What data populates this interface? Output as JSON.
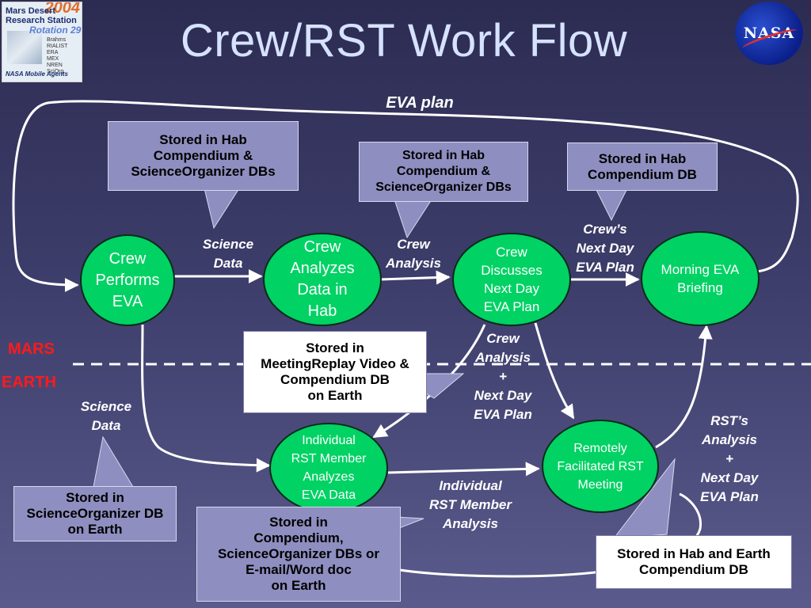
{
  "title": "Crew/RST Work Flow",
  "logo": {
    "year": "2004",
    "line1": "Mars Desert",
    "line2": "Research Station",
    "rotation": "Rotation 29",
    "partners": [
      "Brahms",
      "RIALIST",
      "ERA",
      "MEX",
      "NREN",
      "SciOrg"
    ],
    "footer": "NASA Mobile Agents"
  },
  "nasa_logo": "NASA",
  "regions": {
    "mars": "MARS",
    "earth": "EARTH"
  },
  "nodes": {
    "crew_eva": "Crew\nPerforms\nEVA",
    "crew_analyzes": "Crew\nAnalyzes\nData in\nHab",
    "crew_discusses": "Crew\nDiscusses\nNext Day\nEVA Plan",
    "morning_briefing": "Morning EVA\nBriefing",
    "rst_individual": "Individual\nRST Member\nAnalyzes\n EVA Data",
    "rst_meeting": "Remotely\nFacilitated RST\nMeeting"
  },
  "labels": {
    "eva_plan": "EVA plan",
    "science_data_1": "Science\nData",
    "crew_analysis": "Crew\nAnalysis",
    "crews_next_day": "Crew’s\nNext Day\nEVA Plan",
    "crew_analysis_next": "Crew\nAnalysis\n+\nNext Day\nEVA Plan",
    "science_data_2": "Science\nData",
    "individual_rst": "Individual\nRST Member\nAnalysis",
    "rst_analysis": "RST’s\nAnalysis\n+\nNext Day\nEVA Plan"
  },
  "boxes": {
    "b1": "Stored in Hab\n Compendium &\nScienceOrganizer DBs",
    "b2": "Stored in Hab\nCompendium &\nScienceOrganizer DBs",
    "b3": "Stored in Hab\nCompendium DB",
    "b4": "Stored in\nMeetingReplay Video &\nCompendium  DB\non Earth",
    "b5": "Stored in\nScienceOrganizer DB\non Earth",
    "b6": "Stored in\nCompendium,\nScienceOrganizer  DBs or\nE-mail/Word doc\non Earth",
    "b7": "Stored in Hab and Earth\nCompendium DB"
  },
  "colors": {
    "node_fill": "#00d264",
    "box_fill": "#8e8ec0",
    "region_label": "#ff1a1a",
    "title": "#d6e2ff"
  }
}
